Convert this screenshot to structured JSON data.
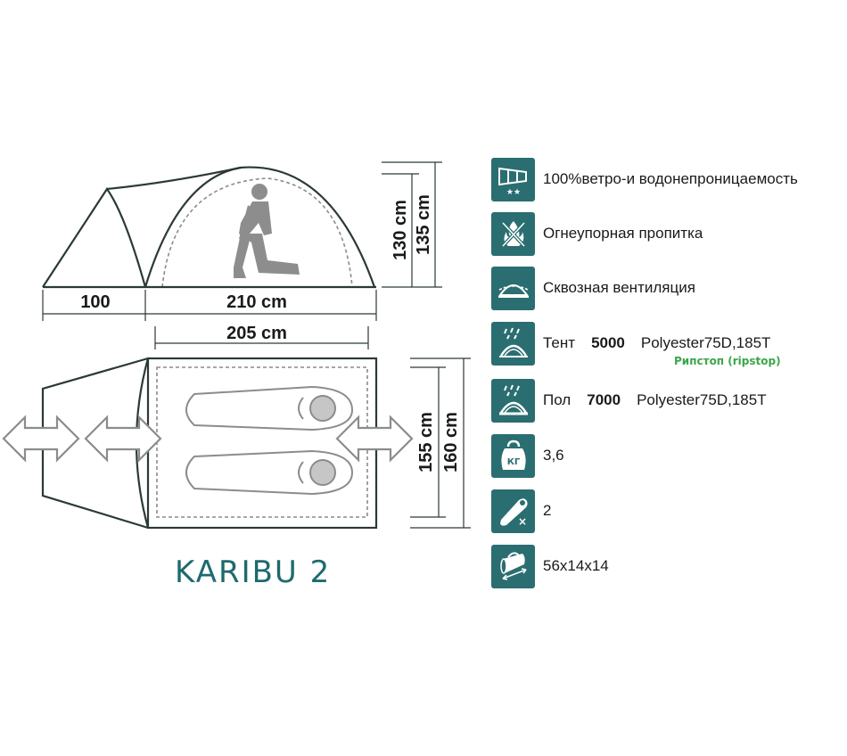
{
  "side_view": {
    "vestibule_length": "100",
    "inner_length": "210 cm",
    "height_inner": "130 cm",
    "height_outer": "135 cm"
  },
  "floor_view": {
    "floor_length": "205 cm",
    "width_inner": "155 cm",
    "width_outer": "160 cm"
  },
  "model_name": "KARIBU 2",
  "specs": [
    {
      "icon": "windsock-icon",
      "text": "100%ветро-и водонепроницаемость"
    },
    {
      "icon": "no-fire-icon",
      "text": "Огнеупорная пропитка"
    },
    {
      "icon": "ventilation-icon",
      "text": "Сквозная вентиляция"
    },
    {
      "icon": "rain-tent-icon",
      "label": "Тент",
      "value": "5000",
      "material": "Polyester75D,185T",
      "note": "Рипстоп (ripstop)"
    },
    {
      "icon": "rain-floor-icon",
      "label": "Пол",
      "value": "7000",
      "material": "Polyester75D,185T"
    },
    {
      "icon": "weight-icon",
      "icon_label": "КГ",
      "text": "3,6"
    },
    {
      "icon": "sleeping-bag-icon",
      "text": "2"
    },
    {
      "icon": "pack-size-icon",
      "text": "56x14x14"
    }
  ],
  "colors": {
    "accent": "#2a6e71",
    "title": "#1e6a6e",
    "note": "#3aa64a"
  }
}
